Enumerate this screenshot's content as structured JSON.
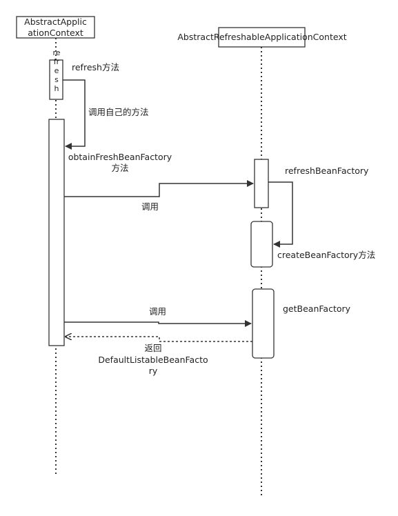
{
  "participants": {
    "left": {
      "name_line1": "AbstractApplic",
      "name_line2": "ationContext"
    },
    "right": {
      "name": "AbstractRefreshableApplicationContext"
    }
  },
  "activation_labels": {
    "refresh_vertical": "refresh"
  },
  "messages": {
    "refresh_method": "refresh方法",
    "call_own_method": "调用自己的方法",
    "obtain_line1": "obtainFreshBeanFactory",
    "obtain_line2": "方法",
    "call_1": "调用",
    "refresh_bean_factory": "refreshBeanFactory",
    "create_bean_factory": "createBeanFactory方法",
    "get_bean_factory": "getBeanFactory",
    "call_2": "调用",
    "return_label": "返回",
    "return_value_line1": "DefaultListableBeanFacto",
    "return_value_line2": "ry"
  },
  "colors": {
    "line": "#333333",
    "box_fill": "#ffffff"
  }
}
